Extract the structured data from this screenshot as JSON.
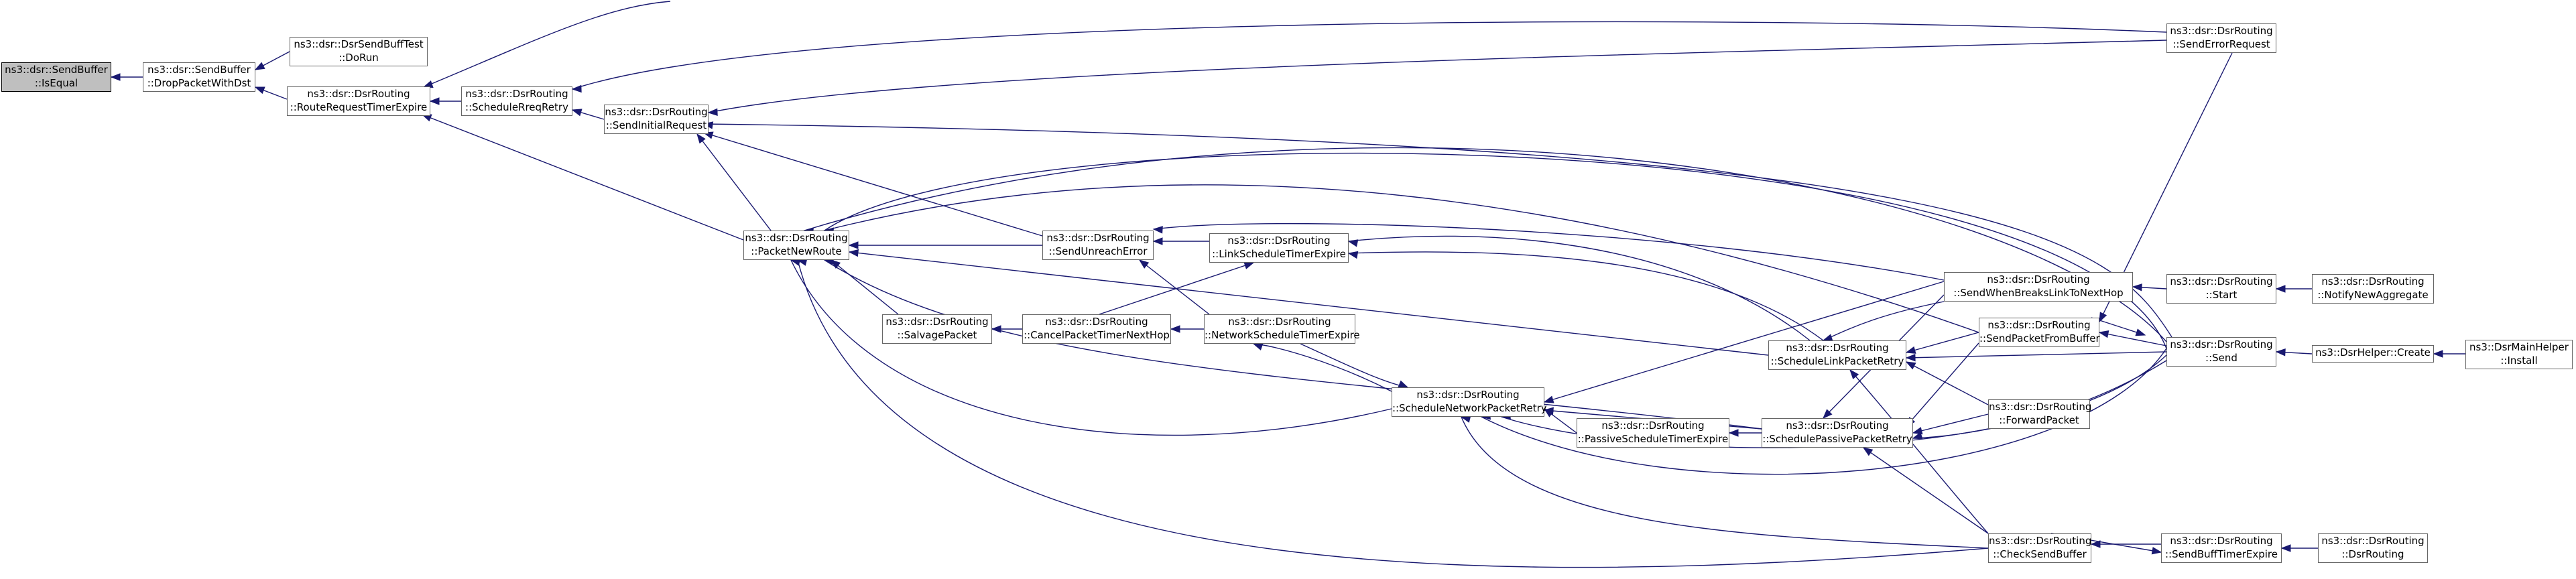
{
  "colors": {
    "edge": "#191970",
    "node_border": "#666666",
    "root_fill": "#bfbfbf",
    "node_fill": "#ffffff"
  },
  "nodes": {
    "isequal": {
      "l1": "ns3::dsr::SendBuffer",
      "l2": "::IsEqual"
    },
    "droppacketwithdst": {
      "l1": "ns3::dsr::SendBuffer",
      "l2": "::DropPacketWithDst"
    },
    "sendbufftest_dorun": {
      "l1": "ns3::dsr::DsrSendBuffTest",
      "l2": "::DoRun"
    },
    "routerequesttimerexpire": {
      "l1": "ns3::dsr::DsrRouting",
      "l2": "::RouteRequestTimerExpire"
    },
    "schedulerreqretry": {
      "l1": "ns3::dsr::DsrRouting",
      "l2": "::ScheduleRreqRetry"
    },
    "sendinitialrequest": {
      "l1": "ns3::dsr::DsrRouting",
      "l2": "::SendInitialRequest"
    },
    "packetnewroute": {
      "l1": "ns3::dsr::DsrRouting",
      "l2": "::PacketNewRoute"
    },
    "sendunreacherror": {
      "l1": "ns3::dsr::DsrRouting",
      "l2": "::SendUnreachError"
    },
    "salvagepacket": {
      "l1": "ns3::dsr::DsrRouting",
      "l2": "::SalvagePacket"
    },
    "cancelpackettimernexthop": {
      "l1": "ns3::dsr::DsrRouting",
      "l2": "::CancelPacketTimerNextHop"
    },
    "linkscheduletimerexpire": {
      "l1": "ns3::dsr::DsrRouting",
      "l2": "::LinkScheduleTimerExpire"
    },
    "networkscheduletimerexpire": {
      "l1": "ns3::dsr::DsrRouting",
      "l2": "::NetworkScheduleTimerExpire"
    },
    "schedulenetworkpacketretry": {
      "l1": "ns3::dsr::DsrRouting",
      "l2": "::ScheduleNetworkPacketRetry"
    },
    "passivescheduletimerexpire": {
      "l1": "ns3::dsr::DsrRouting",
      "l2": "::PassiveScheduleTimerExpire"
    },
    "schedulelinkpacketretry": {
      "l1": "ns3::dsr::DsrRouting",
      "l2": "::ScheduleLinkPacketRetry"
    },
    "schedulepassivepacketretry": {
      "l1": "ns3::dsr::DsrRouting",
      "l2": "::SchedulePassivePacketRetry"
    },
    "sendwhenbreakslinktonexthop": {
      "l1": "ns3::dsr::DsrRouting",
      "l2": "::SendWhenBreaksLinkToNextHop"
    },
    "sendpacketfrombuffer": {
      "l1": "ns3::dsr::DsrRouting",
      "l2": "::SendPacketFromBuffer"
    },
    "forwardpacket": {
      "l1": "ns3::dsr::DsrRouting",
      "l2": "::ForwardPacket"
    },
    "checksendbuffer": {
      "l1": "ns3::dsr::DsrRouting",
      "l2": "::CheckSendBuffer"
    },
    "senderrorrequest": {
      "l1": "ns3::dsr::DsrRouting",
      "l2": "::SendErrorRequest"
    },
    "start": {
      "l1": "ns3::dsr::DsrRouting",
      "l2": "::Start"
    },
    "send": {
      "l1": "ns3::dsr::DsrRouting",
      "l2": "::Send"
    },
    "sendbufftimerexpire": {
      "l1": "ns3::dsr::DsrRouting",
      "l2": "::SendBuffTimerExpire"
    },
    "notifynewaggregate": {
      "l1": "ns3::dsr::DsrRouting",
      "l2": "::NotifyNewAggregate"
    },
    "dsrhelper_create": {
      "l1": "ns3::DsrHelper::Create",
      "l2": ""
    },
    "dsrmainhelper_install": {
      "l1": "ns3::DsrMainHelper",
      "l2": "::Install"
    },
    "dsrrouting_ctor": {
      "l1": "ns3::dsr::DsrRouting",
      "l2": "::DsrRouting"
    }
  }
}
